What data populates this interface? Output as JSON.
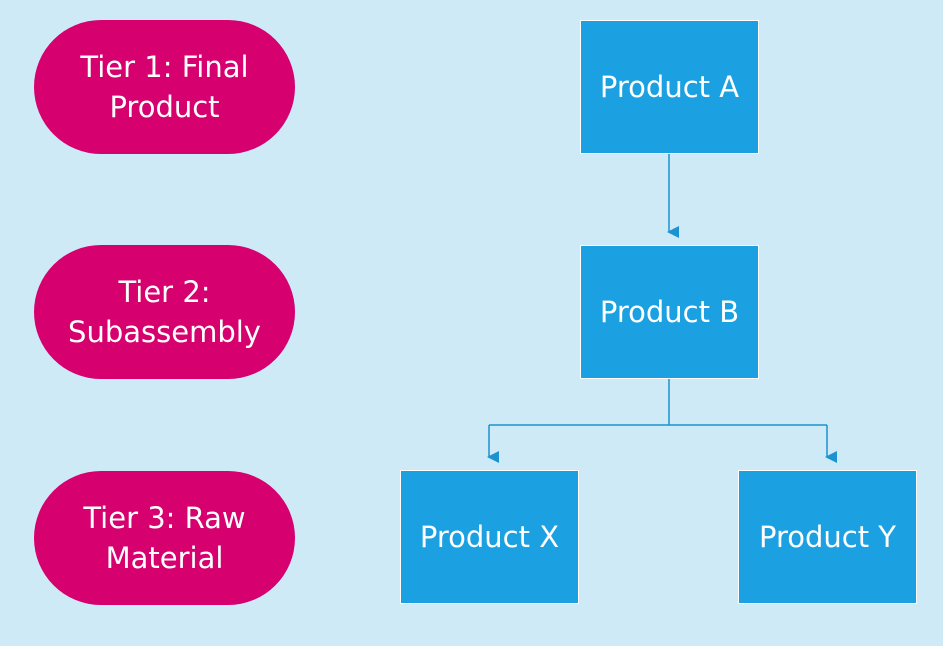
{
  "colors": {
    "background": "#cfeaf7",
    "tier_fill": "#d6006f",
    "node_fill": "#1ba1e2",
    "node_border": "#ffffff",
    "connector": "#1a93d0"
  },
  "tiers": [
    {
      "label": "Tier 1: Final\nProduct"
    },
    {
      "label": "Tier 2:\nSubassembly"
    },
    {
      "label": "Tier 3: Raw\nMaterial"
    }
  ],
  "nodes": {
    "product_a": {
      "label": "Product A"
    },
    "product_b": {
      "label": "Product B"
    },
    "product_x": {
      "label": "Product X"
    },
    "product_y": {
      "label": "Product Y"
    }
  }
}
